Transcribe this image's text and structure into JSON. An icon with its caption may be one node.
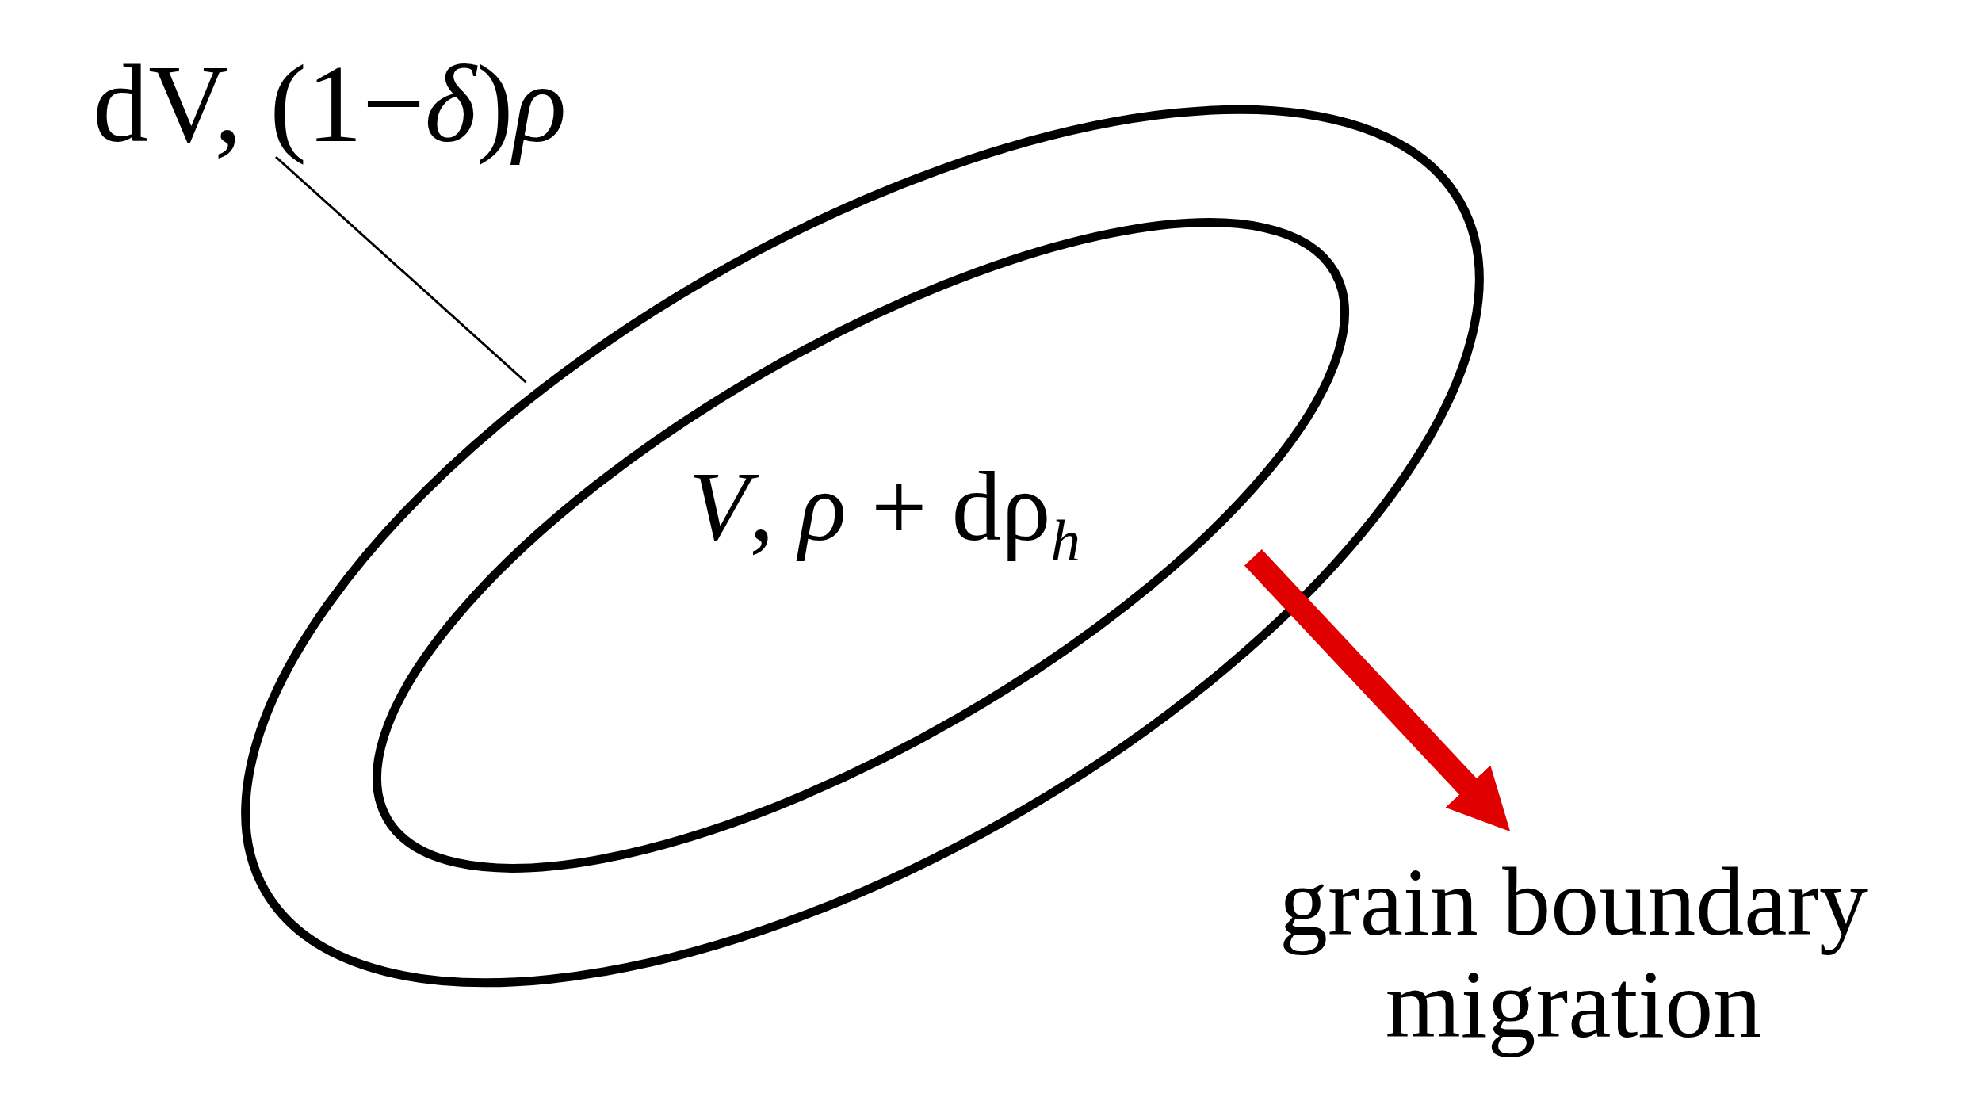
{
  "diagram": {
    "nodes": [
      {
        "text": [
          "dV, (1−*δ*)*ρ*"
        ]
      },
      {
        "text": [],
        "shape": "ellipse"
      },
      {
        "text": [
          "*V*, *ρ* + dρ$_{h}$"
        ],
        "in": 1
      },
      {
        "text": [
          "grain boundary migration"
        ]
      }
    ],
    "edges": [
      {
        "from": 0,
        "to": 1,
        "arrow": "none"
      },
      {
        "from": 2,
        "to": 3,
        "arrow": "to",
        "style": "thick",
        "color": "#e00000"
      }
    ]
  }
}
